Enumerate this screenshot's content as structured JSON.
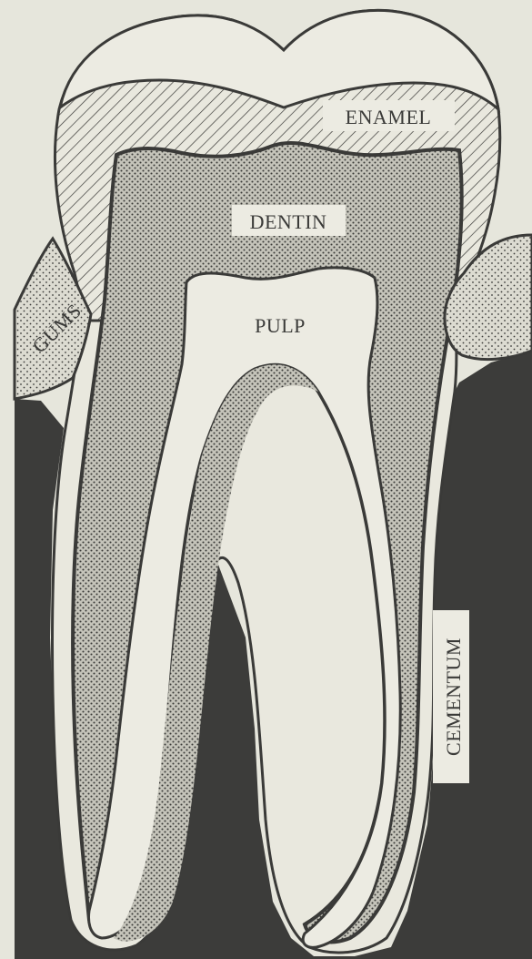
{
  "diagram": {
    "labels": {
      "enamel": "ENAMEL",
      "dentin": "DENTIN",
      "pulp": "PULP",
      "gums": "GUMS",
      "cementum": "CEMENTUM"
    }
  }
}
